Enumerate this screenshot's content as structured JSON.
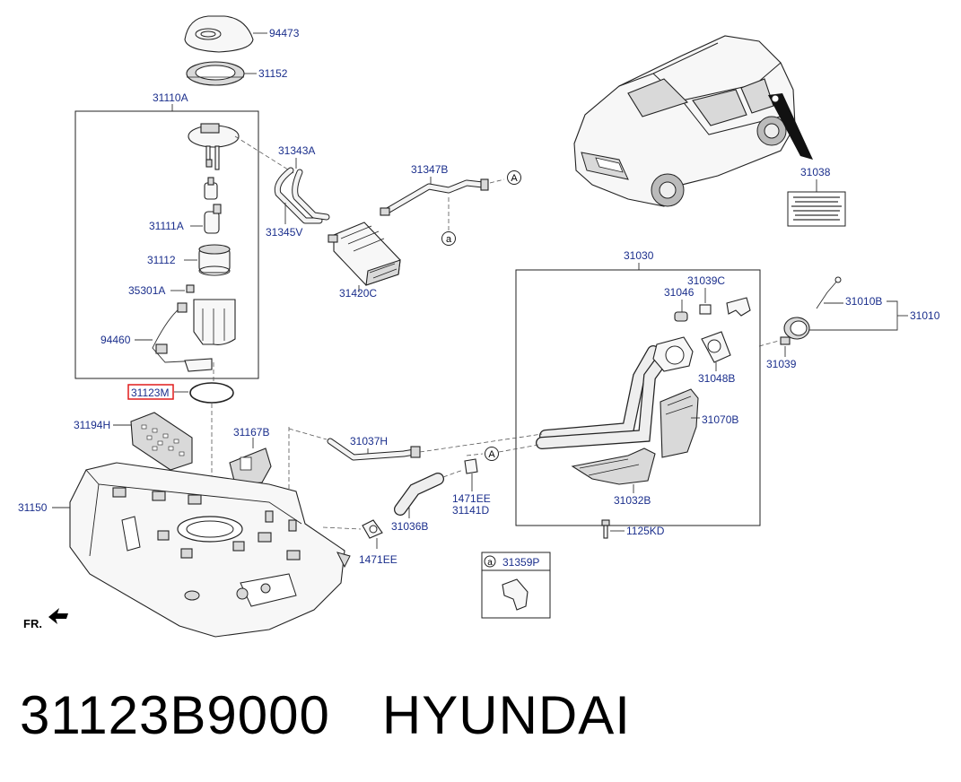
{
  "callouts": {
    "c94473": "94473",
    "c31152": "31152",
    "c31110A": "31110A",
    "c31343A": "31343A",
    "c31347B": "31347B",
    "c31111A": "31111A",
    "c31345V": "31345V",
    "c31112": "31112",
    "c35301A": "35301A",
    "c31420C": "31420C",
    "c94460": "94460",
    "c31123M": "31123M",
    "c31194H": "31194H",
    "c31167B": "31167B",
    "c31150": "31150",
    "c31037H": "31037H",
    "c1471EE_a": "1471EE",
    "c31141D": "31141D",
    "c31036B": "31036B",
    "c1471EE_b": "1471EE",
    "c31038": "31038",
    "c31030": "31030",
    "c31039C": "31039C",
    "c31046": "31046",
    "c31010B": "31010B",
    "c31010": "31010",
    "c31048B": "31048B",
    "c31039": "31039",
    "c31070B": "31070B",
    "c31032B": "31032B",
    "c1125KD": "1125KD",
    "c31359P": "31359P"
  },
  "markers": {
    "ref_A_upper": "A",
    "ref_a_upper": "a",
    "ref_A_lower": "A",
    "ref_a_box": "a"
  },
  "front_indicator": "FR.",
  "caption": {
    "part_number": "31123B9000",
    "brand": "HYUNDAI"
  },
  "colors": {
    "callout_text": "#1a2e8c",
    "highlight_box": "#e01b1b",
    "line_art": "#222222"
  }
}
